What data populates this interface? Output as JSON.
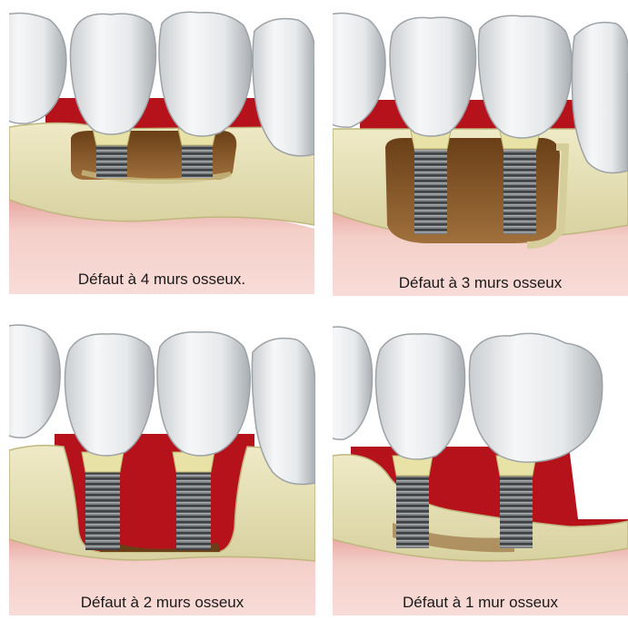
{
  "panels": [
    {
      "caption": "Défaut à 4 murs osseux."
    },
    {
      "caption": "Défaut à 3 murs osseux"
    },
    {
      "caption": "Défaut à 2 murs osseux"
    },
    {
      "caption": "Défaut à 1 mur osseux"
    }
  ],
  "colors": {
    "gum": "#f3c9c4",
    "gum_edge": "#e8a39b",
    "bone": "#e7e2b8",
    "bone_shadow": "#c9c28f",
    "defect": "#8a5a2a",
    "blood": "#b5121b",
    "tooth": "#eef0f1",
    "tooth_shade": "#b9bec2",
    "implant": "#6a6d70",
    "collar": "#e9e2a6"
  }
}
